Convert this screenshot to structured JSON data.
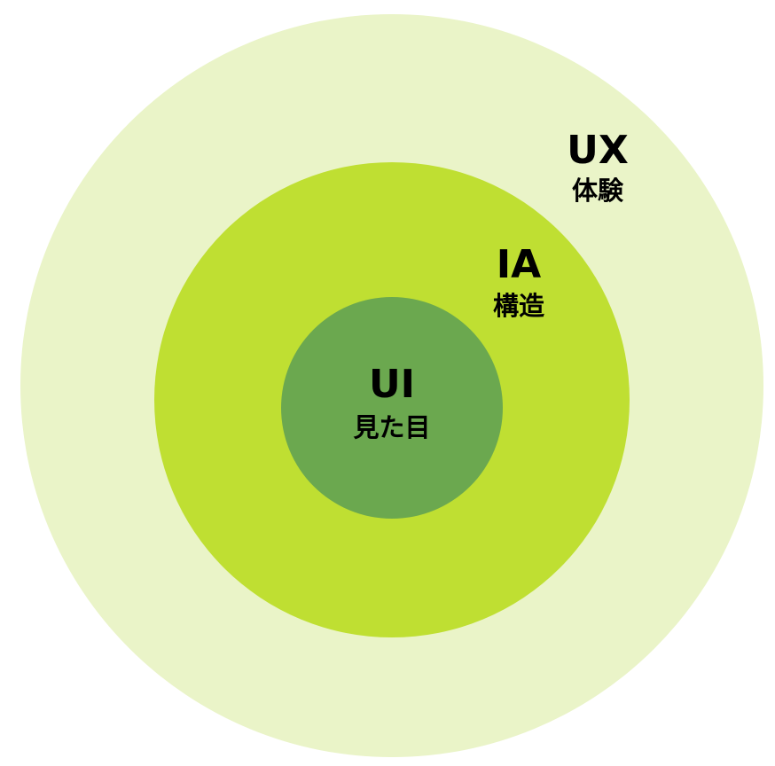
{
  "layers": [
    {
      "id": "ux",
      "title": "UX",
      "subtitle": "体験",
      "color": "#eaf4c8"
    },
    {
      "id": "ia",
      "title": "IA",
      "subtitle": "構造",
      "color": "#bfdf32"
    },
    {
      "id": "ui",
      "title": "UI",
      "subtitle": "見た目",
      "color": "#6ba84f"
    }
  ]
}
